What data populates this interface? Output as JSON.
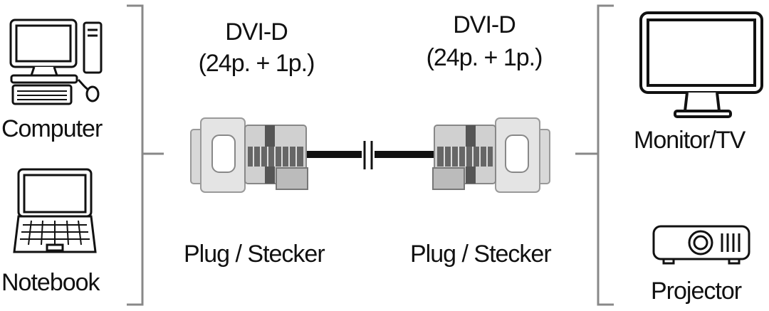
{
  "left_devices": [
    "Computer",
    "Notebook"
  ],
  "right_devices": [
    "Monitor/TV",
    "Projector"
  ],
  "connector_left": {
    "type": "DVI-D",
    "pins": "(24p. + 1p.)",
    "label": "Plug / Stecker"
  },
  "connector_right": {
    "type": "DVI-D",
    "pins": "(24p. + 1p.)",
    "label": "Plug / Stecker"
  },
  "colors": {
    "line": "#111111",
    "bracket": "#888888",
    "connector": "#cccccc",
    "connector_dark": "#555555"
  },
  "icons": [
    "computer-icon",
    "notebook-icon",
    "monitor-icon",
    "projector-icon",
    "dvi-plug-icon",
    "cable-icon"
  ]
}
